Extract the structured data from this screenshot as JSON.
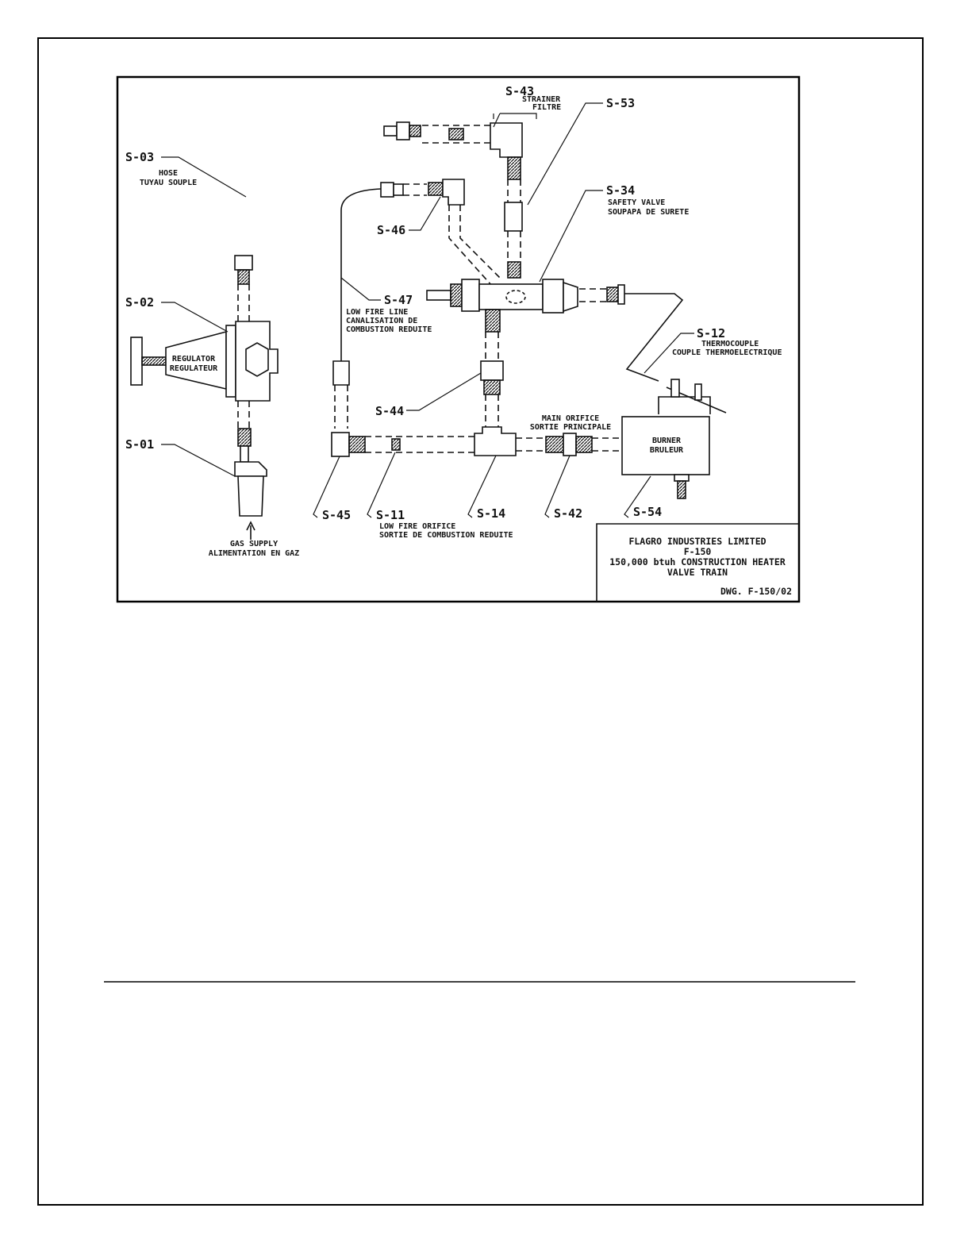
{
  "drawing": {
    "title_block": {
      "company": "FLAGRO INDUSTRIES LIMITED",
      "model": "F-150",
      "description": "150,000 btuh CONSTRUCTION HEATER",
      "subtitle": "VALVE TRAIN",
      "drawing_number": "DWG. F-150/02"
    },
    "parts": [
      {
        "code": "S-43",
        "line1": "STRAINER",
        "line2": "FILTRE"
      },
      {
        "code": "S-53"
      },
      {
        "code": "S-03",
        "line1": "HOSE",
        "line2": "TUYAU SOUPLE"
      },
      {
        "code": "S-34",
        "line1": "SAFETY VALVE",
        "line2": "SOUPAPA DE SURETE"
      },
      {
        "code": "S-46"
      },
      {
        "code": "S-47",
        "line1": "LOW FIRE LINE",
        "line2": "CANALISATION DE",
        "line3": "COMBUSTION REDUITE"
      },
      {
        "code": "S-02"
      },
      {
        "code": "S-12",
        "line1": "THERMOCOUPLE",
        "line2": "COUPLE THERMOELECTRIQUE"
      },
      {
        "code": "S-44"
      },
      {
        "code": "S-01"
      },
      {
        "code": "S-45"
      },
      {
        "code": "S-11",
        "line1": "LOW FIRE ORIFICE",
        "line2": "SORTIE DE COMBUSTION REDUITE"
      },
      {
        "code": "S-14"
      },
      {
        "code": "S-42"
      },
      {
        "code": "S-54"
      }
    ],
    "callouts": {
      "regulator": [
        "REGULATOR",
        "REGULATEUR"
      ],
      "burner": [
        "BURNER",
        "BRULEUR"
      ],
      "main_orifice": [
        "MAIN ORIFICE",
        "SORTIE PRINCIPALE"
      ],
      "gas_supply": [
        "GAS SUPPLY",
        "ALIMENTATION EN GAZ"
      ]
    }
  }
}
